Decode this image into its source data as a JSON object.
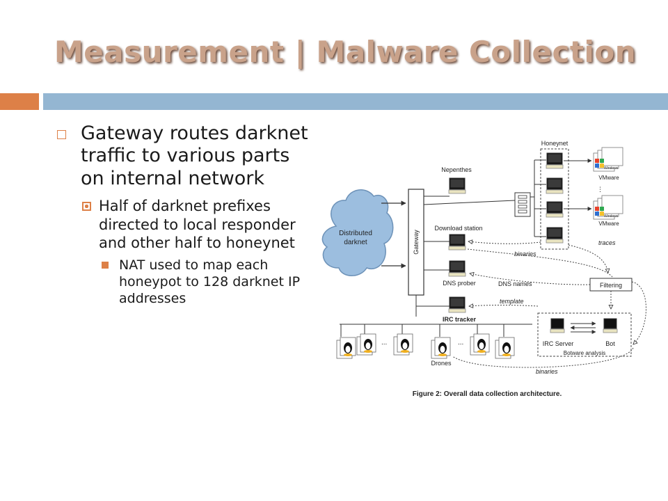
{
  "slide": {
    "title": "Measurement | Malware Collection",
    "bullets": {
      "l1": "Gateway routes darknet traffic to various parts on internal network",
      "l2": "Half of darknet prefixes directed to local responder and other half to honeynet",
      "l3": "NAT used to map each honeypot to 128 darknet IP addresses"
    }
  },
  "colors": {
    "accent": "#dd8047",
    "band": "#94b6d2",
    "title": "#c9a28a",
    "cloud": "#9cbedf"
  },
  "diagram": {
    "cloud_label_1": "Distributed",
    "cloud_label_2": "darknet",
    "gateway": "Gateway",
    "nepenthes": "Nepenthes",
    "download_station": "Download station",
    "dns_prober": "DNS prober",
    "irc_tracker": "IRC tracker",
    "honeynet": "Honeynet",
    "vmware_1": "VMware",
    "vmware_2": "VMware",
    "windows_1": "Windows",
    "windows_2": "Windows",
    "binaries_1": "binaries",
    "binaries_2": "binaries",
    "traces": "traces",
    "dns_names": "DNS names",
    "template": "template",
    "filtering": "Filtering",
    "irc_server": "IRC Server",
    "bot": "Bot",
    "botware_analysis": "Botware analysis",
    "drones": "Drones",
    "ellipsis_1": "...",
    "ellipsis_2": "...",
    "caption": "Figure 2: Overall data collection architecture."
  }
}
